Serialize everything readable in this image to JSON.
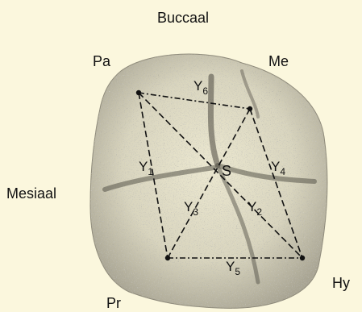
{
  "figure": {
    "directions": {
      "top": "Buccaal",
      "left": "Mesiaal"
    },
    "cusps": {
      "paracone": "Pa",
      "metacone": "Me",
      "protocone": "Pr",
      "hypocone": "Hy"
    },
    "center": "S",
    "lines": [
      {
        "main": "Y",
        "sub": "1"
      },
      {
        "main": "Y",
        "sub": "2"
      },
      {
        "main": "Y",
        "sub": "3"
      },
      {
        "main": "Y",
        "sub": "4"
      },
      {
        "main": "Y",
        "sub": "5"
      },
      {
        "main": "Y",
        "sub": "6"
      }
    ]
  }
}
